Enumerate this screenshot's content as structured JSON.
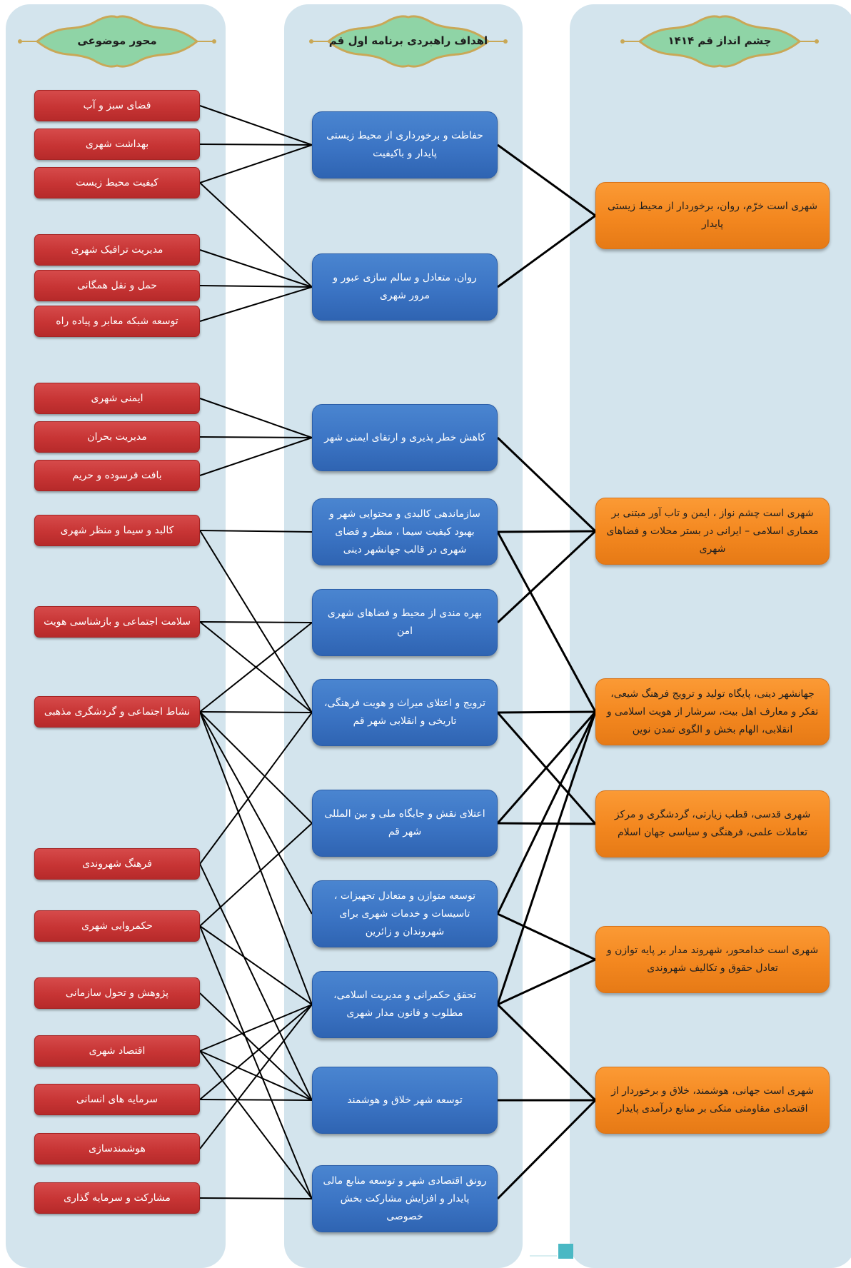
{
  "headers": {
    "themes": "محور موضوعی",
    "goals": "اهداف راهبردی برنامه اول قم",
    "vision": "چشم انداز قم ۱۴۱۴"
  },
  "colors": {
    "theme_box": "#c73434",
    "goal_box": "#3b74c4",
    "vision_box": "#f3871f",
    "column_bg": "#d3e4ed",
    "banner_fill": "#8fd4a6",
    "banner_border": "#c9a857",
    "link_line": "#000000"
  },
  "themes": [
    "فضای سبز و آب",
    "بهداشت شهری",
    "کیفیت محیط زیست",
    "مدیریت ترافیک شهری",
    "حمل و نقل همگانی",
    "توسعه شبکه معابر و پیاده راه",
    "ایمنی شهری",
    "مدیریت بحران",
    "بافت فرسوده و حریم",
    "کالبد و سیما و منظر شهری",
    "سلامت اجتماعی و بازشناسی هویت",
    "نشاط اجتماعی و گردشگری مذهبی",
    "فرهنگ شهروندی",
    "حکمروایی شهری",
    "پژوهش و تحول سازمانی",
    "اقتصاد شهری",
    "سرمایه های انسانی",
    "هوشمندسازی",
    "مشارکت و سرمایه گذاری"
  ],
  "goals": [
    "حفاظت و برخورداری از محیط زیستی پایدار و باکیفیت",
    "روان، متعادل و سالم سازی عبور و مرور شهری",
    "کاهش خطر پذیری و ارتقای ایمنی شهر",
    "سازماندهی کالبدی و محتوایی شهر و بهبود کیفیت سیما ، منظر و فضای شهری در قالب جهانشهر دینی",
    "بهره مندی از محیط و فضاهای شهری امن",
    "ترویج و اعتلای میراث و هویت فرهنگی، تاریخی و انقلابی شهر قم",
    "اعتلای نقش و جایگاه ملی و بین المللی شهر قم",
    "توسعه متوازن و متعادل تجهیزات ، تاسیسات و خدمات شهری برای شهروندان و زائرین",
    "تحقق حکمرانی و مدیریت اسلامی، مطلوب و قانون مدار شهری",
    "توسعه شهر خلاق و هوشمند",
    "رونق اقتصادی شهر و توسعه منابع مالی پایدار و افزایش مشارکت بخش خصوصی"
  ],
  "visions": [
    "شهری است خرّم، روان، برخوردار از محیط زیستی پایدار",
    "شهری است چشم نواز ، ایمن و تاب آور مبتنی بر معماری اسلامی – ایرانی در بستر محلات و فضاهای شهری",
    "جهانشهر دینی، پایگاه تولید و ترویج فرهنگ شیعی، تفکر و معارف اهل بیت، سرشار از هویت اسلامی و انقلابی، الهام بخش و الگوی تمدن نوین",
    "شهری قدسی، قطب زیارتی، گردشگری و مرکز تعاملات علمی، فرهنگی و سیاسی جهان اسلام",
    "شهری است خدامحور، شهروند مدار بر پایه توازن و تعادل حقوق و تکالیف شهروندی",
    "شهری است جهانی، هوشمند، خلاق و برخوردار از اقتصادی مقاومتی متکی بر منابع درآمدی پایدار"
  ],
  "theme_goal_links": [
    [
      0,
      0
    ],
    [
      1,
      0
    ],
    [
      2,
      0
    ],
    [
      2,
      1
    ],
    [
      3,
      1
    ],
    [
      4,
      1
    ],
    [
      5,
      1
    ],
    [
      6,
      2
    ],
    [
      7,
      2
    ],
    [
      8,
      2
    ],
    [
      9,
      3
    ],
    [
      9,
      5
    ],
    [
      10,
      4
    ],
    [
      10,
      5
    ],
    [
      11,
      4
    ],
    [
      11,
      5
    ],
    [
      11,
      6
    ],
    [
      11,
      7
    ],
    [
      11,
      8
    ],
    [
      12,
      5
    ],
    [
      12,
      9
    ],
    [
      13,
      6
    ],
    [
      13,
      8
    ],
    [
      13,
      10
    ],
    [
      14,
      9
    ],
    [
      15,
      8
    ],
    [
      15,
      9
    ],
    [
      15,
      10
    ],
    [
      16,
      8
    ],
    [
      16,
      9
    ],
    [
      17,
      8
    ],
    [
      18,
      10
    ]
  ],
  "goal_vision_links": [
    [
      0,
      0
    ],
    [
      1,
      0
    ],
    [
      2,
      1
    ],
    [
      3,
      1
    ],
    [
      3,
      2
    ],
    [
      4,
      1
    ],
    [
      5,
      2
    ],
    [
      5,
      3
    ],
    [
      6,
      2
    ],
    [
      6,
      3
    ],
    [
      7,
      2
    ],
    [
      7,
      4
    ],
    [
      8,
      2
    ],
    [
      8,
      4
    ],
    [
      8,
      5
    ],
    [
      9,
      5
    ],
    [
      10,
      5
    ]
  ]
}
